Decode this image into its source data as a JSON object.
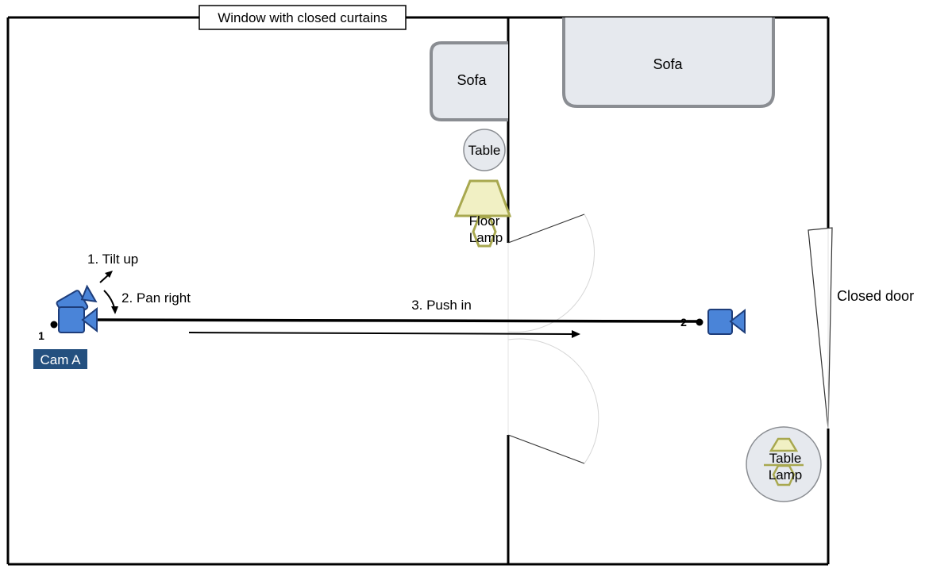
{
  "labels": {
    "window": "Window with closed curtains",
    "sofa_left": "Sofa",
    "sofa_right": "Sofa",
    "table": "Table",
    "floor_lamp_line1": "Floor",
    "floor_lamp_line2": "Lamp",
    "table_lamp_line1": "Table",
    "table_lamp_line2": "Lamp",
    "closed_door": "Closed door",
    "tilt_up": "1. Tilt up",
    "pan_right": "2. Pan right",
    "push_in": "3. Push in",
    "cam_a": "Cam A",
    "pos1": "1",
    "pos2": "2"
  },
  "colors": {
    "wall": "#000000",
    "furniture_fill": "#e6e9ee",
    "furniture_stroke": "#8a8d92",
    "lamp_fill": "#f1f0c4",
    "lamp_stroke": "#a8a84f",
    "camera_fill": "#4a84d8",
    "camera_stroke": "#1e3d7a",
    "cam_label_bg": "#24507f",
    "cam_label_text": "#ffffff"
  }
}
